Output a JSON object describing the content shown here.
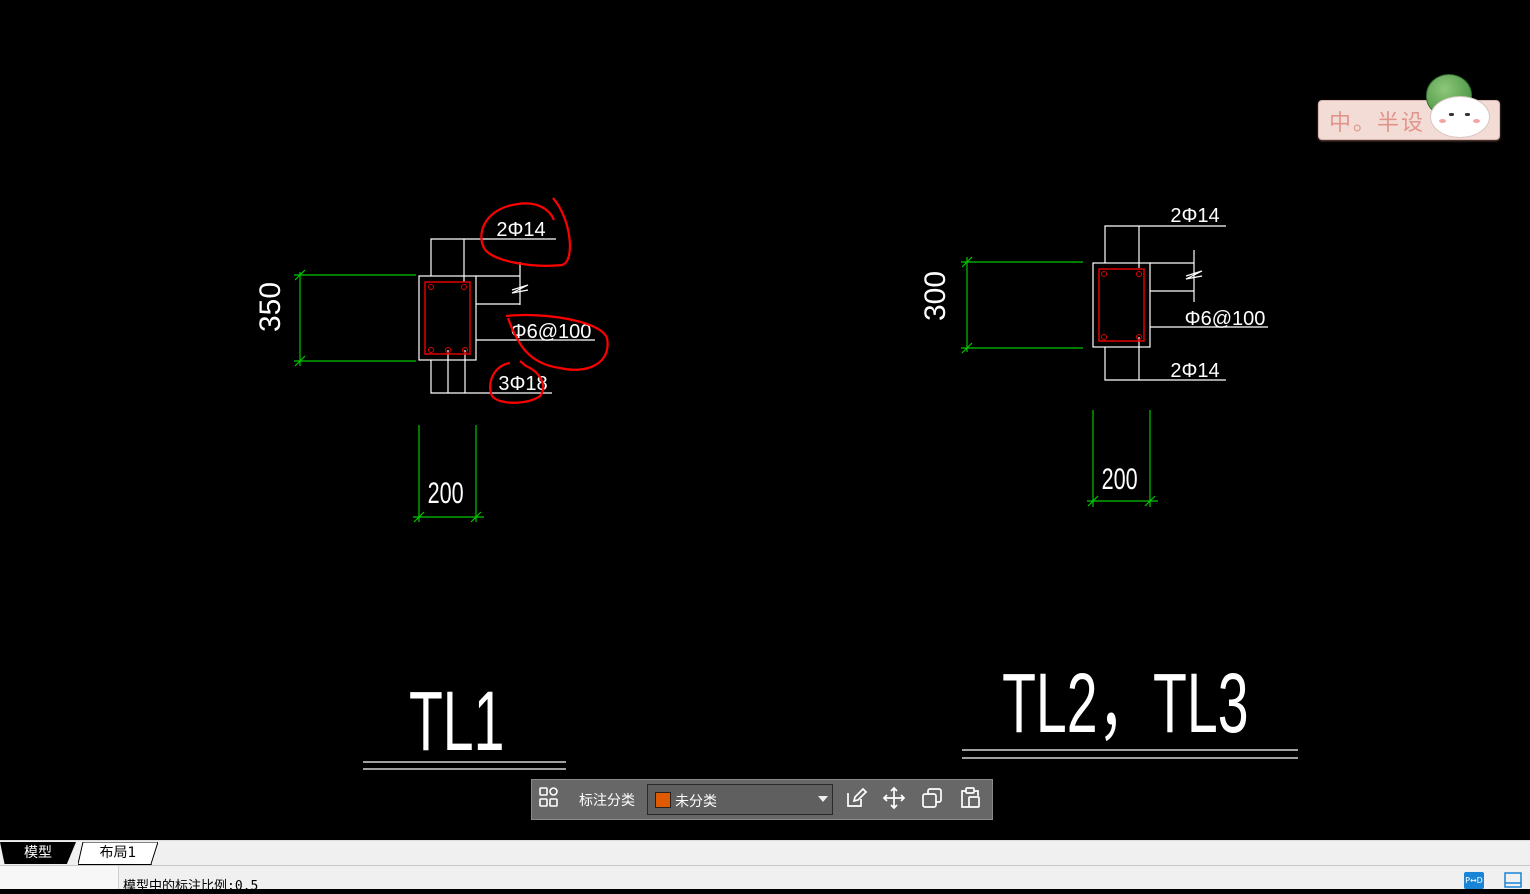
{
  "drawing": {
    "beam1": {
      "dim_height": "350",
      "dim_width": "200",
      "top_rebar": "2Φ14",
      "stirrup": "Φ6@100",
      "bottom_rebar": "3Φ18",
      "title": "TL1"
    },
    "beam2": {
      "dim_height": "300",
      "dim_width": "200",
      "top_rebar": "2Φ14",
      "stirrup": "Φ6@100",
      "bottom_rebar": "2Φ14",
      "title": "TL2，TL3"
    }
  },
  "watermark": {
    "text": "中。半设"
  },
  "annotation_toolbar": {
    "label": "标注分类",
    "category_value": "未分类",
    "category_color": "#e05a00",
    "icons": [
      "grid-categories-icon",
      "edit-icon",
      "move-icon",
      "copy-icon",
      "paste-icon"
    ]
  },
  "tabs": [
    {
      "label": "模型",
      "active": true
    },
    {
      "label": "布局1",
      "active": false
    }
  ],
  "status": {
    "scale_text": "模型中的标注比例:0.5",
    "button1_text": "P↔D"
  },
  "colors": {
    "background": "#000000",
    "dimension_green": "#00c800",
    "outline_white": "#ffffff",
    "rebar_red": "#e00000",
    "highlight_red": "#ff0000"
  }
}
